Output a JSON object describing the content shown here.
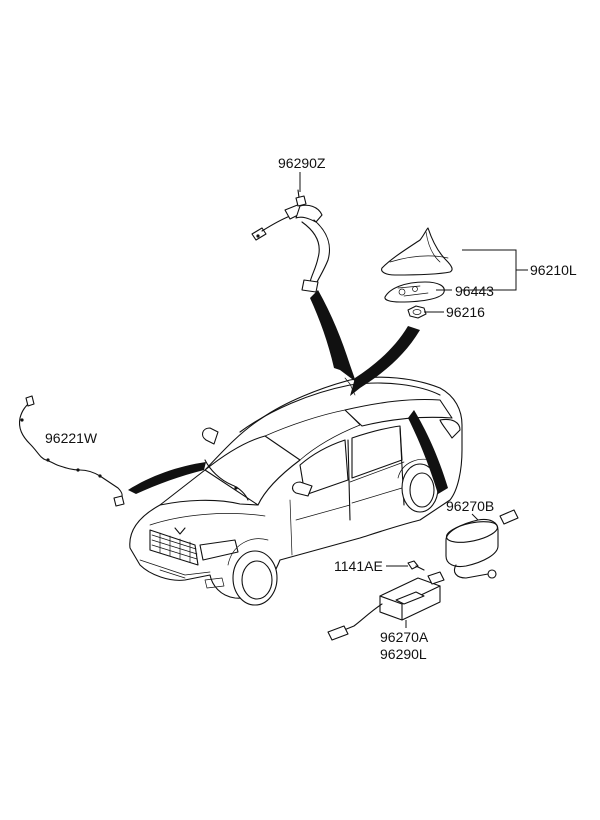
{
  "parts": {
    "p96290Z": "96290Z",
    "p96210L": "96210L",
    "p96443": "96443",
    "p96216": "96216",
    "p96221W": "96221W",
    "p96270B": "96270B",
    "p1141AE": "1141AE",
    "p96270A": "96270A",
    "p96290L": "96290L"
  }
}
